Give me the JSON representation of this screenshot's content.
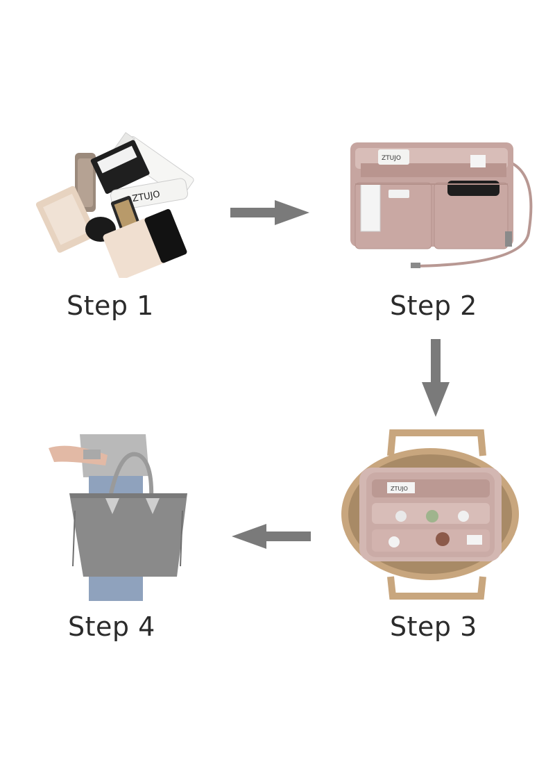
{
  "steps": [
    {
      "label": "Step 1",
      "image": "cosmetics-pile-illustration"
    },
    {
      "label": "Step 2",
      "image": "felt-organizer-insert-illustration"
    },
    {
      "label": "Step 3",
      "image": "organizer-inside-tote-illustration"
    },
    {
      "label": "Step 4",
      "image": "person-carrying-tote-illustration"
    }
  ],
  "product_texts": {
    "brand": "ZTUJO"
  },
  "colors": {
    "arrow": "#7a7a7a",
    "felt_pink": "#c9a8a3",
    "tote_gray": "#8a8a8a",
    "tote_tan": "#c8a67e"
  },
  "arrows": [
    {
      "name": "arrow-right-icon"
    },
    {
      "name": "arrow-down-icon"
    },
    {
      "name": "arrow-left-icon"
    }
  ]
}
